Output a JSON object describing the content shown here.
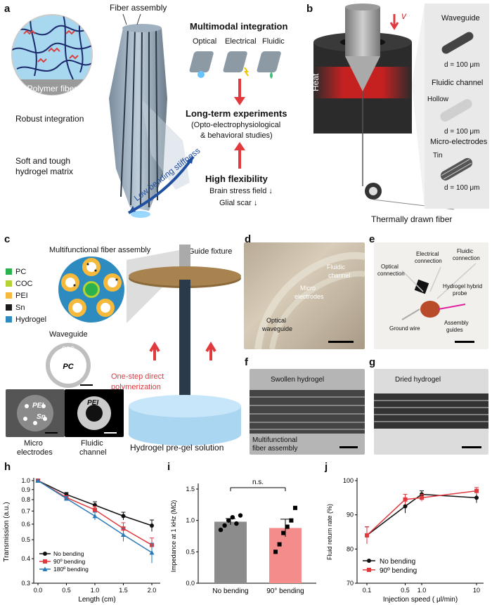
{
  "panels": {
    "a": "a",
    "b": "b",
    "c": "c",
    "d": "d",
    "e": "e",
    "f": "f",
    "g": "g",
    "h": "h",
    "i": "i",
    "j": "j"
  },
  "a": {
    "fiber_assembly": "Fiber assembly",
    "polymer_fiber": "Polymer fiber",
    "robust_integration": "Robust integration",
    "matrix_line1": "Soft and tough",
    "matrix_line2": "hydrogel matrix",
    "low_bending": "Low bending stiffness",
    "multimodal": "Multimodal integration",
    "optical": "Optical",
    "electrical": "Electrical",
    "fluidic": "Fluidic",
    "longterm": "Long-term experiments",
    "opto1": "(Opto-electrophysiological",
    "opto2": "& behavioral studies)",
    "high_flex": "High flexibility",
    "brain_stress": "Brain stress field ↓",
    "glial": "Glial scar ↓"
  },
  "b": {
    "v": "v",
    "heat": "Heat",
    "drawn": "Thermally drawn fiber",
    "waveguide": "Waveguide",
    "d1": "d = 100 μm",
    "fluidic_channel": "Fluidic channel",
    "hollow": "Hollow",
    "d2": "d = 100 μm",
    "micro_electrodes": "Micro-electrodes",
    "tin": "Tin",
    "d3": "d = 100 μm"
  },
  "c": {
    "legend": [
      {
        "label": "PC",
        "color": "#2bb24c"
      },
      {
        "label": "COC",
        "color": "#b5d334"
      },
      {
        "label": "PEI",
        "color": "#f6b93b"
      },
      {
        "label": "Sn",
        "color": "#1a1a1a"
      },
      {
        "label": "Hydrogel",
        "color": "#2e8bc0"
      }
    ],
    "multifunctional": "Multifunctional fiber assembly",
    "guide_fixture": "Guide fixture",
    "waveguide": "Waveguide",
    "coc": "COC",
    "pc": "PC",
    "pei1": "PEI",
    "sn": "Sn",
    "pei2": "PEI",
    "micro1": "Micro",
    "micro2": "electrodes",
    "fluidic1": "Fluidic",
    "fluidic2": "channel",
    "onestep1": "One-step direct",
    "onestep2": "polymerization",
    "pregel": "Hydrogel pre-gel solution"
  },
  "d": {
    "fluidic1": "Fluidic",
    "fluidic2": "channel",
    "micro1": "Micro",
    "micro2": "electrodes",
    "optical1": "Optical",
    "optical2": "waveguide"
  },
  "e": {
    "optical1": "Optical",
    "optical2": "connection",
    "electrical1": "Electrical",
    "electrical2": "connection",
    "fluidic1": "Fluidic",
    "fluidic2": "connection",
    "hybrid1": "Hydrogel hybrid",
    "hybrid2": "probe",
    "ground": "Ground wire",
    "assembly1": "Assembly",
    "assembly2": "guides"
  },
  "f": {
    "swollen": "Swollen hydrogel",
    "multi1": "Multifunctional",
    "multi2": "fiber assembly"
  },
  "g": {
    "dried": "Dried hydrogel"
  },
  "chart_data": [
    {
      "panel": "h",
      "type": "line",
      "xlabel": "Length (cm)",
      "ylabel": "Transmission (a.u.)",
      "x": [
        0,
        0.5,
        1.0,
        1.5,
        2.0
      ],
      "xticks": [
        "0.0",
        "0.5",
        "1.0",
        "1.5",
        "2.0"
      ],
      "yscale": "log",
      "ylim": [
        0.3,
        1.0
      ],
      "yticks": [
        "0.3",
        "0.4",
        "0.5",
        "0.6",
        "0.7",
        "0.8",
        "0.9",
        "1.0"
      ],
      "legend_position": "bottom-left",
      "series": [
        {
          "name": "No bending",
          "color": "#111111",
          "marker": "circle",
          "values": [
            1.0,
            0.85,
            0.75,
            0.66,
            0.59
          ],
          "err": [
            0,
            0.02,
            0.03,
            0.03,
            0.04
          ]
        },
        {
          "name": "90º bending",
          "color": "#e0393e",
          "marker": "square",
          "values": [
            1.0,
            0.82,
            0.71,
            0.57,
            0.47
          ],
          "err": [
            0,
            0.02,
            0.03,
            0.04,
            0.04
          ]
        },
        {
          "name": "180º bending",
          "color": "#2a7ab8",
          "marker": "triangle",
          "values": [
            1.0,
            0.81,
            0.66,
            0.53,
            0.43
          ],
          "err": [
            0,
            0.02,
            0.03,
            0.04,
            0.05
          ]
        }
      ]
    },
    {
      "panel": "i",
      "type": "bar",
      "ylabel": "Impedance at 1 kHz (MΩ)",
      "categories": [
        "No bending",
        "90° bending"
      ],
      "values": [
        0.98,
        0.88
      ],
      "err": [
        0.05,
        0.14
      ],
      "colors": [
        "#8c8c8c",
        "#f48c8c"
      ],
      "ylim": [
        0,
        1.5
      ],
      "yticks": [
        "0.0",
        "0.5",
        "1.0",
        "1.5"
      ],
      "annotation": "n.s.",
      "points": [
        [
          0.85,
          0.92,
          1.0,
          1.05,
          0.95,
          1.08
        ],
        [
          0.5,
          0.62,
          0.8,
          0.9,
          1.0,
          1.2
        ]
      ]
    },
    {
      "panel": "j",
      "type": "line",
      "xlabel": "Injection speed ( μl/min)",
      "ylabel": "Fluid return rate (%)",
      "xscale": "log",
      "x": [
        0.1,
        0.5,
        1,
        10
      ],
      "xticks": [
        "0.1",
        "0.5",
        "1.0",
        "10"
      ],
      "ylim": [
        70,
        100
      ],
      "yticks": [
        "70",
        "80",
        "90",
        "100"
      ],
      "legend_position": "bottom-left",
      "series": [
        {
          "name": "No bending",
          "color": "#111111",
          "marker": "circle",
          "values": [
            84,
            92.5,
            96,
            95
          ],
          "err": [
            2.5,
            2,
            1,
            1.5
          ]
        },
        {
          "name": "90º bending",
          "color": "#e0393e",
          "marker": "square",
          "values": [
            84,
            94.5,
            95,
            97
          ],
          "err": [
            2.5,
            1.5,
            1,
            1
          ]
        }
      ]
    }
  ]
}
